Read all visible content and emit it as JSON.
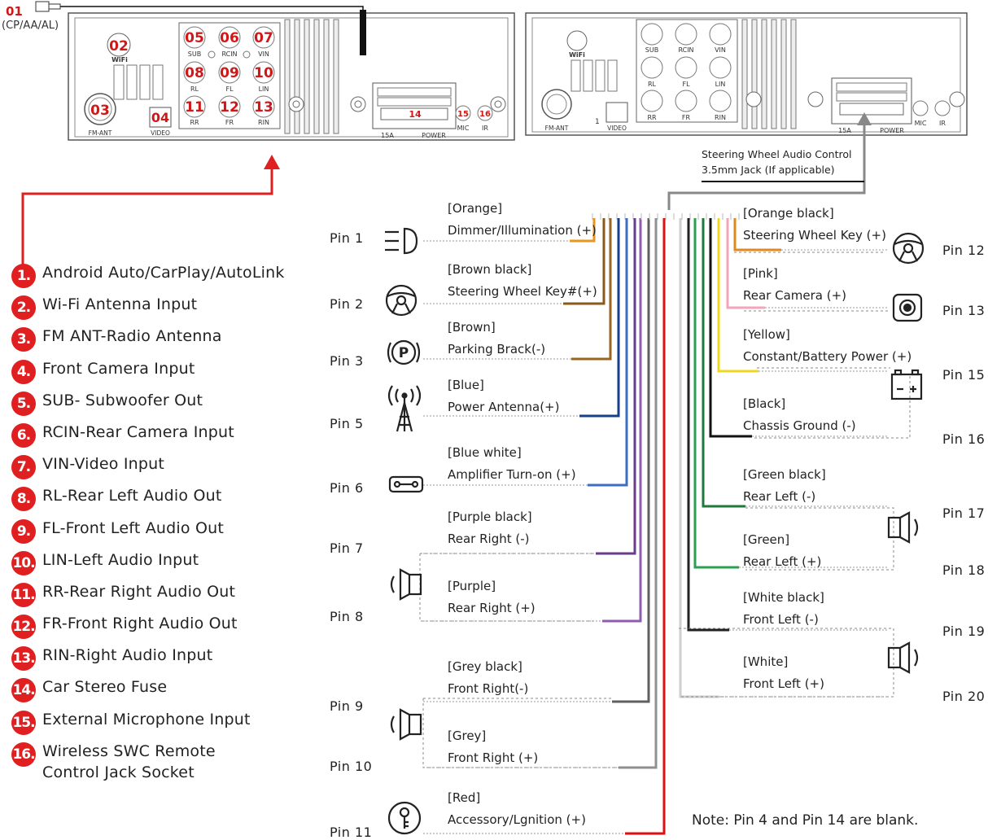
{
  "top_callout": {
    "num": "01",
    "sub": "(CP/AA/AL)"
  },
  "unit_left": {
    "connectors": [
      "02",
      "03",
      "04",
      "05",
      "06",
      "07",
      "08",
      "09",
      "10",
      "11",
      "12",
      "13",
      "14",
      "15",
      "16"
    ],
    "labels": {
      "wifi": "WiFi",
      "fm_ant": "FM-ANT",
      "video": "VIDEO",
      "sub": "SUB",
      "rcin": "RCIN",
      "vin": "VIN",
      "rl": "RL",
      "fl": "FL",
      "lin": "LIN",
      "rr": "RR",
      "fr": "FR",
      "rin": "RIN",
      "fuse": "15A",
      "power": "POWER",
      "mic": "MIC",
      "ir": "IR"
    }
  },
  "unit_right": {
    "labels": {
      "wifi": "WiFi",
      "fm_ant": "FM-ANT",
      "video": "VIDEO",
      "one": "1",
      "sub": "SUB",
      "rcin": "RCIN",
      "vin": "VIN",
      "rl": "RL",
      "fl": "FL",
      "lin": "LIN",
      "rr": "RR",
      "fr": "FR",
      "rin": "RIN",
      "fuse": "15A",
      "power": "POWER",
      "mic": "MIC",
      "ir": "IR"
    }
  },
  "steering_wheel_note": {
    "line1": "Steering Wheel Audio Control",
    "line2": "3.5mm Jack (If applicable)"
  },
  "legend": [
    {
      "num": "1.",
      "text": [
        "Android Auto/CarPlay/AutoLink"
      ]
    },
    {
      "num": "2.",
      "text": [
        "Wi-Fi Antenna Input"
      ]
    },
    {
      "num": "3.",
      "text": [
        "FM ANT-Radio Antenna"
      ]
    },
    {
      "num": "4.",
      "text": [
        "Front Camera Input"
      ]
    },
    {
      "num": "5.",
      "text": [
        "SUB- Subwoofer Out"
      ]
    },
    {
      "num": "6.",
      "text": [
        "RCIN-Rear Camera Input"
      ]
    },
    {
      "num": "7.",
      "text": [
        "VIN-Video Input"
      ]
    },
    {
      "num": "8.",
      "text": [
        "RL-Rear Left Audio Out"
      ]
    },
    {
      "num": "9.",
      "text": [
        "FL-Front Left Audio Out"
      ]
    },
    {
      "num": "10.",
      "text": [
        "LIN-Left Audio Input"
      ]
    },
    {
      "num": "11.",
      "text": [
        "RR-Rear Right Audio Out"
      ]
    },
    {
      "num": "12.",
      "text": [
        "FR-Front Right Audio Out"
      ]
    },
    {
      "num": "13.",
      "text": [
        "RIN-Right Audio Input"
      ]
    },
    {
      "num": "14.",
      "text": [
        "Car Stereo Fuse"
      ]
    },
    {
      "num": "15.",
      "text": [
        "External Microphone Input"
      ]
    },
    {
      "num": "16.",
      "text": [
        "Wireless SWC Remote",
        "Control Jack Socket"
      ]
    }
  ],
  "left_pins": [
    {
      "pin": "Pin 1",
      "color_name": "[Orange]",
      "func": "Dimmer/Illumination (+)",
      "wire": "#e8961e",
      "icon": "headlight-icon"
    },
    {
      "pin": "Pin 2",
      "color_name": "[Brown black]",
      "func": "Steering Wheel Key#(+)",
      "wire": "#8b5a1b",
      "icon": "steering-wheel-icon"
    },
    {
      "pin": "Pin 3",
      "color_name": "[Brown]",
      "func": "Parking Brack(-)",
      "wire": "#9a6420",
      "icon": "parking-brake-icon"
    },
    {
      "pin": "Pin 5",
      "color_name": "[Blue]",
      "func": "Power Antenna(+)",
      "wire": "#1a3f8a",
      "icon": "antenna-icon"
    },
    {
      "pin": "Pin 6",
      "color_name": "[Blue white]",
      "func": "Amplifier Turn-on (+)",
      "wire": "#3c6fc0",
      "icon": "amplifier-icon"
    },
    {
      "pin": "Pin 7",
      "color_name": "[Purple black]",
      "func": "Rear Right (-)",
      "wire": "#6a3d8a",
      "icon": "speaker-icon"
    },
    {
      "pin": "Pin 8",
      "color_name": "[Purple]",
      "func": "Rear Right (+)",
      "wire": "#8e5cb0",
      "icon": ""
    },
    {
      "pin": "Pin 9",
      "color_name": "[Grey black]",
      "func": "Front Right(-)",
      "wire": "#606060",
      "icon": "speaker-icon"
    },
    {
      "pin": "Pin 10",
      "color_name": "[Grey]",
      "func": "Front Right (+)",
      "wire": "#909090",
      "icon": ""
    },
    {
      "pin": "Pin 11",
      "color_name": "[Red]",
      "func": "Accessory/Lgnition (+)",
      "wire": "#e01010",
      "icon": "ignition-key-icon"
    }
  ],
  "right_pins": [
    {
      "pin": "Pin 12",
      "color_name": "[Orange black]",
      "func": "Steering Wheel Key (+)",
      "wire": "#e08a1e",
      "icon": "steering-wheel-icon"
    },
    {
      "pin": "Pin 13",
      "color_name": "[Pink]",
      "func": "Rear Camera (+)",
      "wire": "#f2a6b8",
      "icon": "camera-icon"
    },
    {
      "pin": "Pin 15",
      "color_name": "[Yellow]",
      "func": "Constant/Battery Power (+)",
      "wire": "#f0d820",
      "icon": "battery-icon"
    },
    {
      "pin": "Pin 16",
      "color_name": "[Black]",
      "func": "Chassis Ground (-)",
      "wire": "#111111",
      "icon": ""
    },
    {
      "pin": "Pin 17",
      "color_name": "[Green black]",
      "func": "Rear Left (-)",
      "wire": "#1f7a3a",
      "icon": "speaker-icon"
    },
    {
      "pin": "Pin 18",
      "color_name": "[Green]",
      "func": "Rear Left (+)",
      "wire": "#2aa050",
      "icon": ""
    },
    {
      "pin": "Pin 19",
      "color_name": "[White black]",
      "func": "Front Left (-)",
      "wire": "#222222",
      "icon": "speaker-icon"
    },
    {
      "pin": "Pin 20",
      "color_name": "[White]",
      "func": "Front Left (+)",
      "wire": "#dddddd",
      "icon": ""
    }
  ],
  "note": "Note: Pin 4 and Pin 14 are blank.",
  "colors": {
    "accent_red": "#e02020",
    "diagram_line": "#555555"
  }
}
